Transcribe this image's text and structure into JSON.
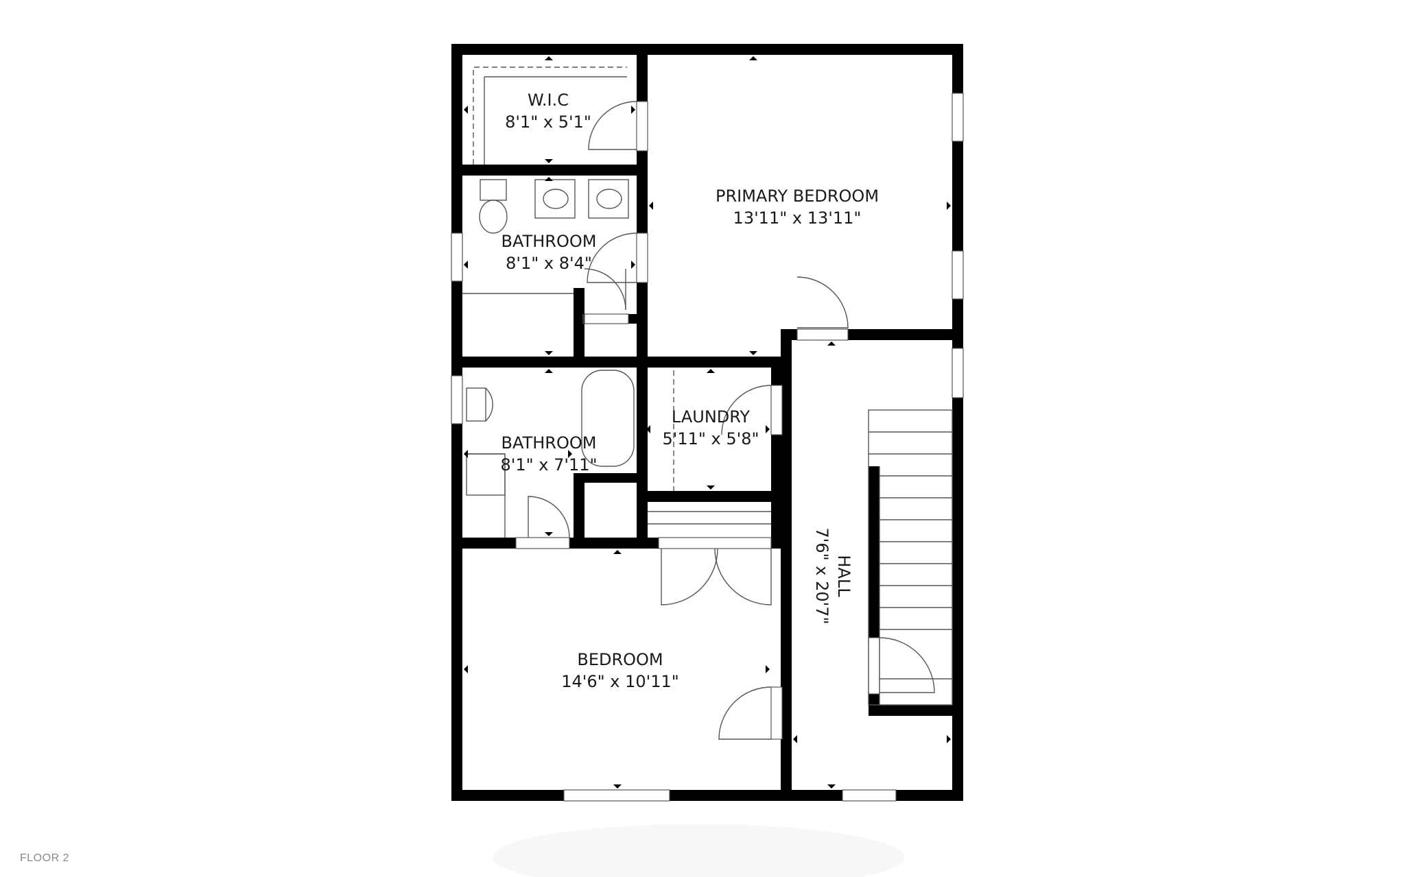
{
  "floor_label": "FLOOR 2",
  "rooms": {
    "wic": {
      "name": "W.I.C",
      "size": "8'1\" x 5'1\""
    },
    "primary_bedroom": {
      "name": "PRIMARY BEDROOM",
      "size": "13'11\" x 13'11\""
    },
    "bathroom_upper": {
      "name": "BATHROOM",
      "size": "8'1\" x 8'4\""
    },
    "bathroom_lower": {
      "name": "BATHROOM",
      "size": "8'1\" x 7'11\""
    },
    "laundry": {
      "name": "LAUNDRY",
      "size": "5'11\" x 5'8\""
    },
    "hall": {
      "name": "HALL",
      "size": "7'6\" x 20'7\""
    },
    "bedroom": {
      "name": "BEDROOM",
      "size": "14'6\" x 10'11\""
    }
  },
  "colors": {
    "wall": "#000000",
    "line": "#333333",
    "background": "#ffffff",
    "floor_label": "#8a8a8a"
  }
}
